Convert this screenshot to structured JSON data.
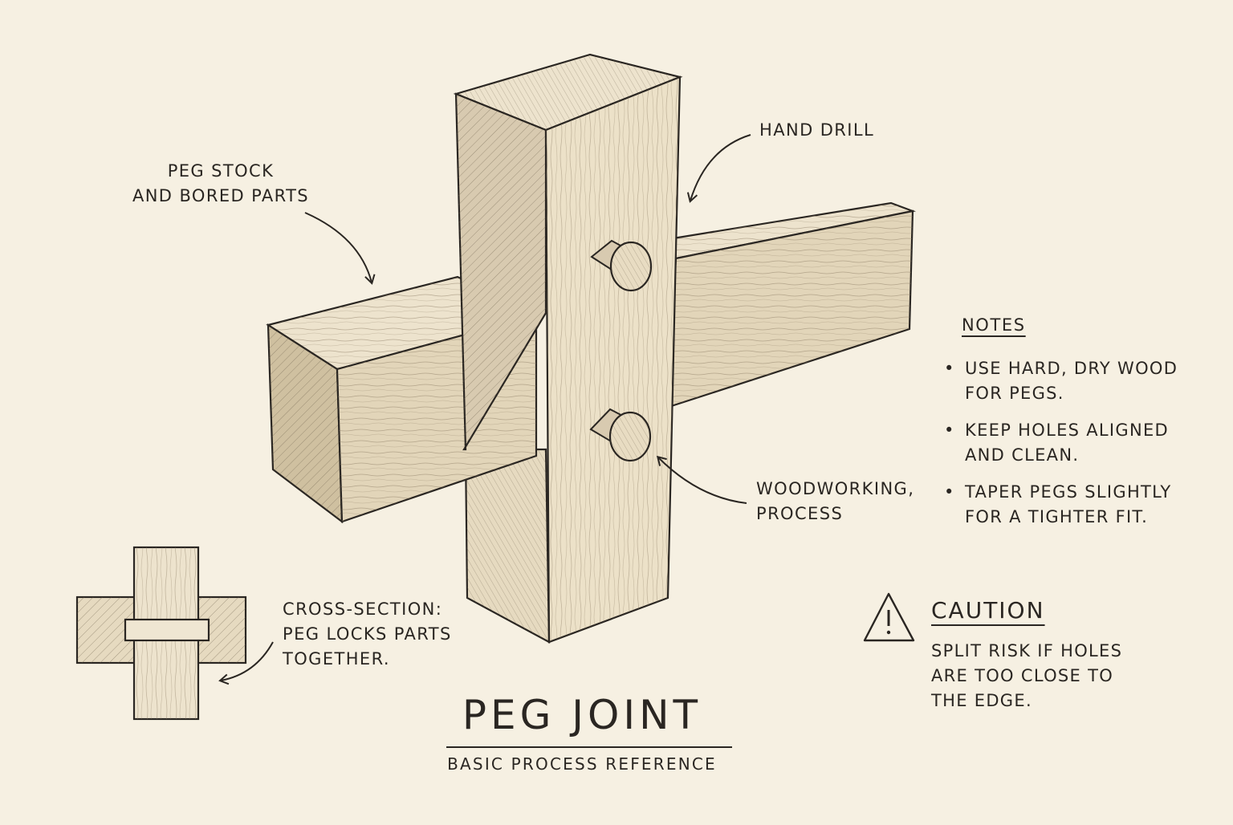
{
  "title": "PEG JOINT",
  "subtitle": "BASIC PROCESS REFERENCE",
  "labels": {
    "peg_stock": [
      "PEG  STOCK",
      "AND BORED PARTS"
    ],
    "hand_drill": "HAND DRILL",
    "woodworking": [
      "WOODWORKING,",
      "PROCESS"
    ],
    "cross_section": [
      "CROSS-SECTION:",
      "PEG LOCKS PARTS",
      "TOGETHER."
    ]
  },
  "notes": {
    "heading": "NOTES",
    "items": [
      "USE HARD, DRY WOOD\nFOR PEGS.",
      "KEEP HOLES ALIGNED\nAND CLEAN.",
      "TAPER PEGS SLIGHTLY\nFOR A TIGHTER FIT."
    ]
  },
  "caution": {
    "heading": "CAUTION",
    "icon": "warning-triangle-icon",
    "text": "SPLIT RISK IF HOLES\nARE TOO CLOSE TO\nTHE EDGE."
  },
  "colors": {
    "paper": "#f6f0e2",
    "ink": "#2a2622",
    "wood_light": "#ede3cd",
    "wood_mid": "#e2d5b9",
    "wood_dark": "#cfc0a0"
  }
}
